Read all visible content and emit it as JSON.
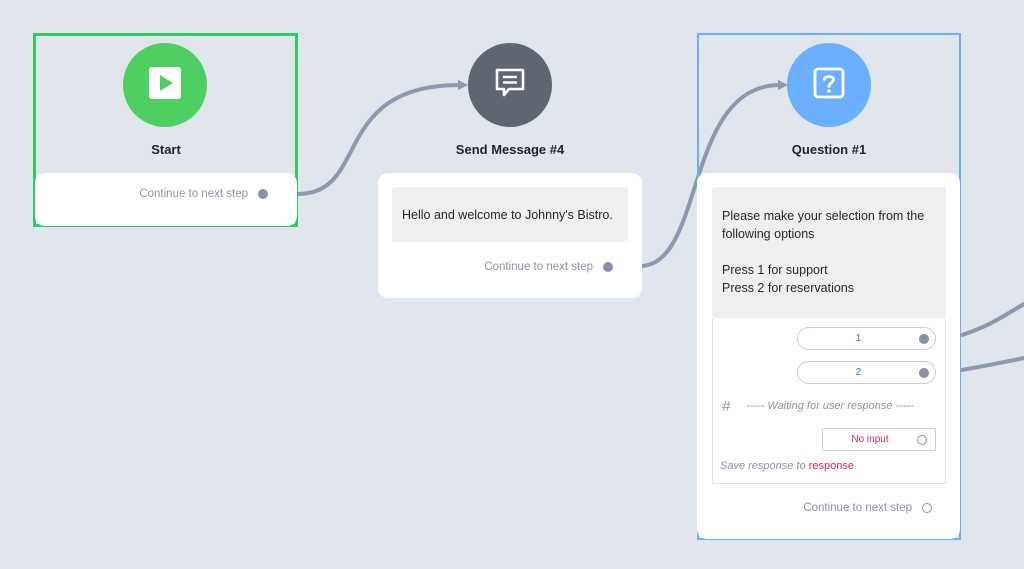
{
  "nodes": {
    "start": {
      "title": "Start",
      "continue_label": "Continue to next step",
      "color": "#4fcf62"
    },
    "send_message": {
      "title": "Send Message #4",
      "message": "Hello and welcome to Johnny's Bistro.",
      "continue_label": "Continue to next step",
      "color": "#5f666f"
    },
    "question": {
      "title": "Question #1",
      "prompt_line1": "Please make your selection from the",
      "prompt_line2": "following options",
      "option_text_1": "Press 1 for support",
      "option_text_2": "Press 2 for reservations",
      "choices": [
        "1",
        "2"
      ],
      "hash_symbol": "#",
      "waiting_text": "----- Waiting for user response -----",
      "no_input_label": "No input",
      "save_prefix": "Save response to",
      "save_variable": "response",
      "continue_label": "Continue to next step",
      "color": "#6ab0ff"
    }
  },
  "icons": {
    "start": "play-icon",
    "send_message": "message-icon",
    "question": "question-icon"
  },
  "colors": {
    "background": "#e1e5ec",
    "connector": "#8e99ae",
    "start_border": "#2ecc5f",
    "question_border": "#6ab0ff",
    "choice_text": "#2f7ad8",
    "no_input_text": "#d6246e",
    "variable_text": "#d6246e"
  }
}
